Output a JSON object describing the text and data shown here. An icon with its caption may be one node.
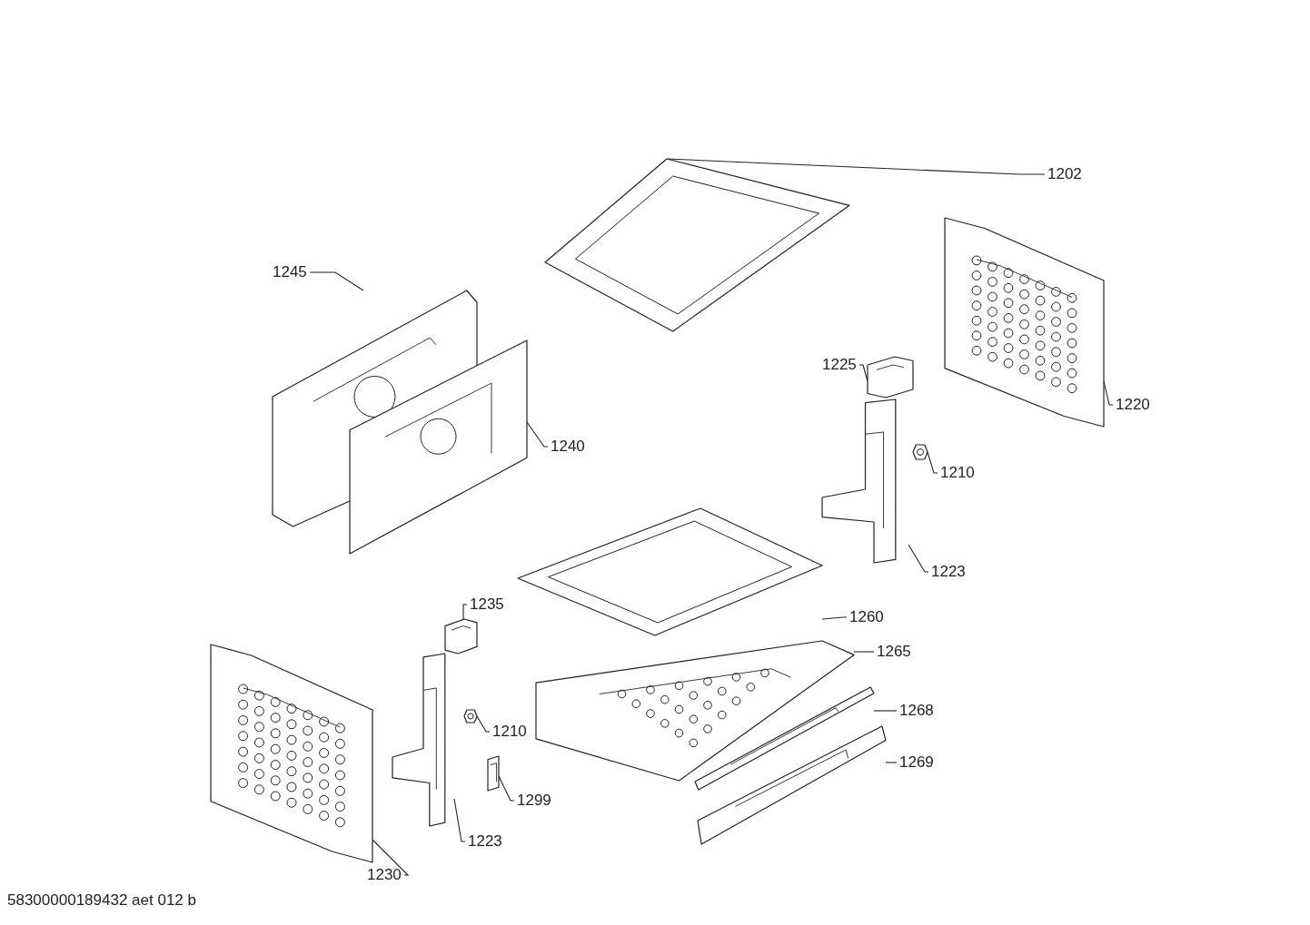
{
  "diagram": {
    "nodes": [
      {
        "text": [
          "1202"
        ]
      },
      {
        "text": [],
        "shape": "picture"
      },
      {
        "text": [
          "1245"
        ]
      },
      {
        "text": [],
        "shape": "picture"
      },
      {
        "text": [
          "1240"
        ]
      },
      {
        "text": [],
        "shape": "picture"
      },
      {
        "text": [
          "1225"
        ]
      },
      {
        "text": [],
        "shape": "picture"
      },
      {
        "text": [
          "1220"
        ]
      },
      {
        "text": [],
        "shape": "picture"
      },
      {
        "text": [
          "1210"
        ]
      },
      {
        "text": [],
        "shape": "picture"
      },
      {
        "text": [
          "1223"
        ]
      },
      {
        "text": [],
        "shape": "picture"
      },
      {
        "text": [
          "1260"
        ]
      },
      {
        "text": [],
        "shape": "picture"
      },
      {
        "text": [
          "1265"
        ]
      },
      {
        "text": [],
        "shape": "picture"
      },
      {
        "text": [
          "1268"
        ]
      },
      {
        "text": [],
        "shape": "picture"
      },
      {
        "text": [
          "1269"
        ]
      },
      {
        "text": [],
        "shape": "picture"
      },
      {
        "text": [
          "1235"
        ]
      },
      {
        "text": [],
        "shape": "picture"
      },
      {
        "text": [
          "1210"
        ]
      },
      {
        "text": [],
        "shape": "picture"
      },
      {
        "text": [
          "1299"
        ]
      },
      {
        "text": [],
        "shape": "picture"
      },
      {
        "text": [
          "1223"
        ]
      },
      {
        "text": [],
        "shape": "picture"
      },
      {
        "text": [
          "1230"
        ]
      },
      {
        "text": [],
        "shape": "picture"
      }
    ],
    "edges": [
      {
        "from": 0,
        "to": 1,
        "arrow": "none"
      },
      {
        "from": 2,
        "to": 3,
        "arrow": "none"
      },
      {
        "from": 4,
        "to": 5,
        "arrow": "none"
      },
      {
        "from": 6,
        "to": 7,
        "arrow": "none"
      },
      {
        "from": 8,
        "to": 9,
        "arrow": "none"
      },
      {
        "from": 10,
        "to": 11,
        "arrow": "none"
      },
      {
        "from": 12,
        "to": 13,
        "arrow": "none"
      },
      {
        "from": 14,
        "to": 15,
        "arrow": "none"
      },
      {
        "from": 16,
        "to": 17,
        "arrow": "none"
      },
      {
        "from": 18,
        "to": 19,
        "arrow": "none"
      },
      {
        "from": 20,
        "to": 21,
        "arrow": "none"
      },
      {
        "from": 22,
        "to": 23,
        "arrow": "none"
      },
      {
        "from": 24,
        "to": 25,
        "arrow": "none"
      },
      {
        "from": 26,
        "to": 27,
        "arrow": "none"
      },
      {
        "from": 28,
        "to": 29,
        "arrow": "none"
      },
      {
        "from": 30,
        "to": 31,
        "arrow": "none"
      }
    ],
    "labels": [
      "58300000189432 aet 012 b"
    ]
  }
}
